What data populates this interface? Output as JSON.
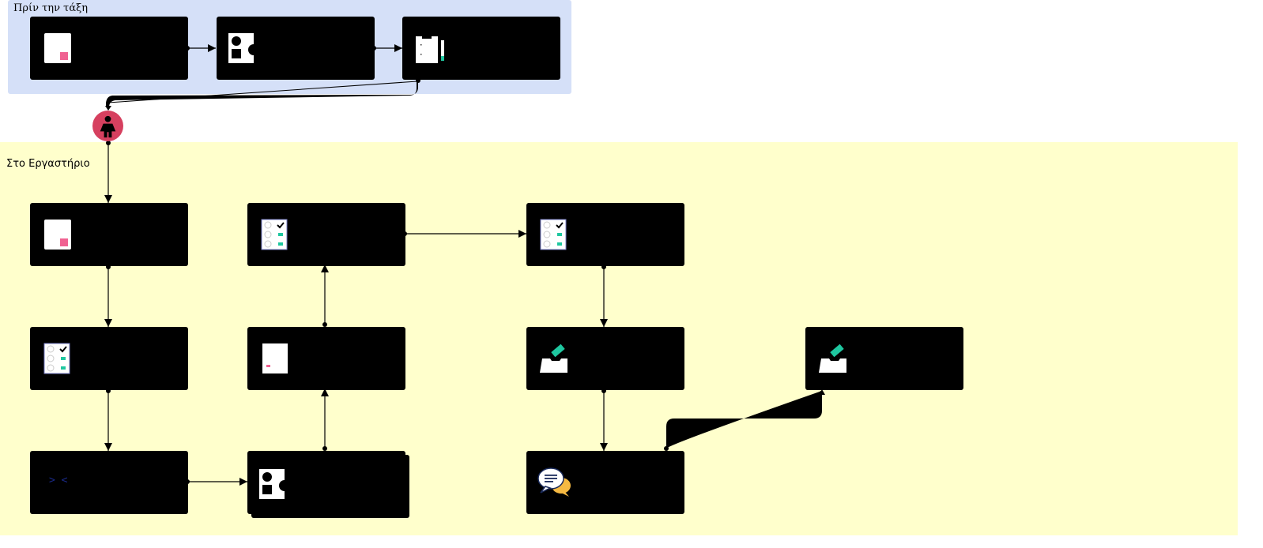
{
  "lanes": {
    "before_class": {
      "title": "Πρίν την τάξη",
      "color": "#d5e0f8"
    },
    "in_lab": {
      "title": "Στο Εργαστήριο",
      "color": "#ffffcc"
    }
  },
  "nodes": [
    {
      "id": "pre-1",
      "icon": "document-icon"
    },
    {
      "id": "pre-2",
      "icon": "shapes-icon"
    },
    {
      "id": "pre-3",
      "icon": "clipboard-pencil-icon"
    },
    {
      "id": "lab-document",
      "icon": "document-icon"
    },
    {
      "id": "lab-checklist-1",
      "icon": "checklist-icon"
    },
    {
      "id": "lab-checklist-2",
      "icon": "checklist-icon"
    },
    {
      "id": "lab-page",
      "icon": "page-icon"
    },
    {
      "id": "lab-ballot-1",
      "icon": "ballot-box-icon"
    },
    {
      "id": "lab-ballot-2",
      "icon": "ballot-box-icon"
    },
    {
      "id": "lab-code",
      "icon": "code-icon"
    },
    {
      "id": "lab-shapes",
      "icon": "shapes-icon"
    },
    {
      "id": "lab-discussion",
      "icon": "chat-bubbles-icon"
    }
  ],
  "student": {
    "icon": "person-icon",
    "color": "#d6405f"
  },
  "code_icon_text": "> <",
  "colors": {
    "accent_pink": "#f06292",
    "accent_teal": "#1fc7a0",
    "accent_orange": "#f5b942",
    "node_fill": "#000000"
  }
}
